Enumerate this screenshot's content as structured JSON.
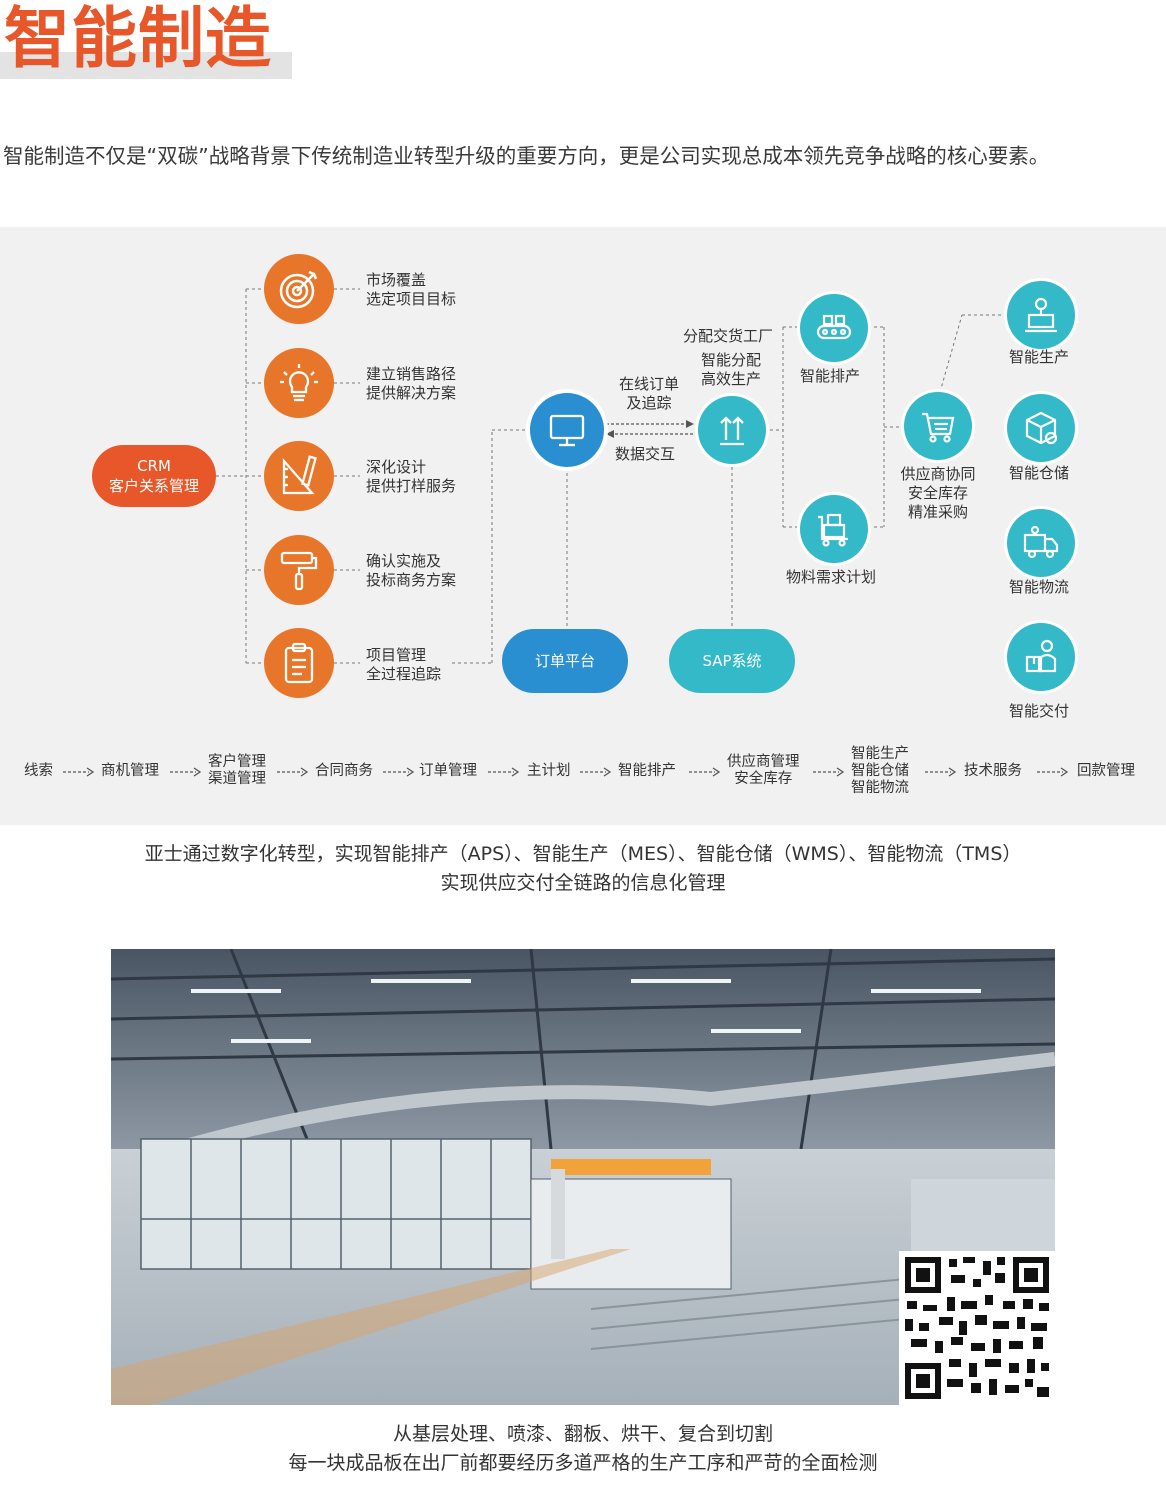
{
  "header": {
    "title": "智能制造",
    "intro": "智能制造不仅是“双碳”战略背景下传统制造业转型升级的重要方向，更是公司实现总成本领先竞争战略的核心要素。"
  },
  "diagram": {
    "crm": {
      "line1": "CRM",
      "line2": "客户关系管理"
    },
    "steps": [
      {
        "icon": "target-icon",
        "line1": "市场覆盖",
        "line2": "选定项目目标"
      },
      {
        "icon": "lightbulb-icon",
        "line1": "建立销售路径",
        "line2": "提供解决方案"
      },
      {
        "icon": "design-ruler-icon",
        "line1": "深化设计",
        "line2": "提供打样服务"
      },
      {
        "icon": "paint-roller-icon",
        "line1": "确认实施及",
        "line2": "投标商务方案"
      },
      {
        "icon": "clipboard-icon",
        "line1": "项目管理",
        "line2": "全过程追踪"
      }
    ],
    "online_order": {
      "line1": "在线订单",
      "line2": "及追踪"
    },
    "data_exchange": "数据交互",
    "assign": {
      "line1": "分配交货工厂",
      "line2": "智能分配",
      "line3": "高效生产"
    },
    "order_platform": "订单平台",
    "sap": "SAP系统",
    "scheduling": "智能排产",
    "material_plan": "物料需求计划",
    "supplier": {
      "line1": "供应商协同",
      "line2": "安全库存",
      "line3": "精准采购"
    },
    "right_nodes": [
      {
        "icon": "production-icon",
        "label": "智能生产"
      },
      {
        "icon": "warehouse-box-icon",
        "label": "智能仓储"
      },
      {
        "icon": "delivery-truck-icon",
        "label": "智能物流"
      },
      {
        "icon": "delivery-worker-icon",
        "label": "智能交付"
      }
    ],
    "flow": [
      {
        "line1": "线索"
      },
      {
        "line1": "商机管理"
      },
      {
        "line1": "客户管理",
        "line2": "渠道管理"
      },
      {
        "line1": "合同商务"
      },
      {
        "line1": "订单管理"
      },
      {
        "line1": "主计划"
      },
      {
        "line1": "智能排产"
      },
      {
        "line1": "供应商管理",
        "line2": "安全库存"
      },
      {
        "line1": "智能生产",
        "line2": "智能仓储",
        "line3": "智能物流"
      },
      {
        "line1": "技术服务"
      },
      {
        "line1": "回款管理"
      }
    ]
  },
  "caption1": {
    "line1": "亚士通过数字化转型，实现智能排产（APS）、智能生产（MES）、智能仓储（WMS）、智能物流（TMS）",
    "line2": "实现供应交付全链路的信息化管理"
  },
  "caption2": {
    "line1": "从基层处理、喷漆、翻板、烘干、复合到切割",
    "line2": "每一块成品板在出厂前都要经历多道严格的生产工序和严苛的全面检测"
  },
  "colors": {
    "orange": "#e8762a",
    "crm_red": "#e8572a",
    "blue": "#2a8fd0",
    "teal": "#33b9c7"
  }
}
